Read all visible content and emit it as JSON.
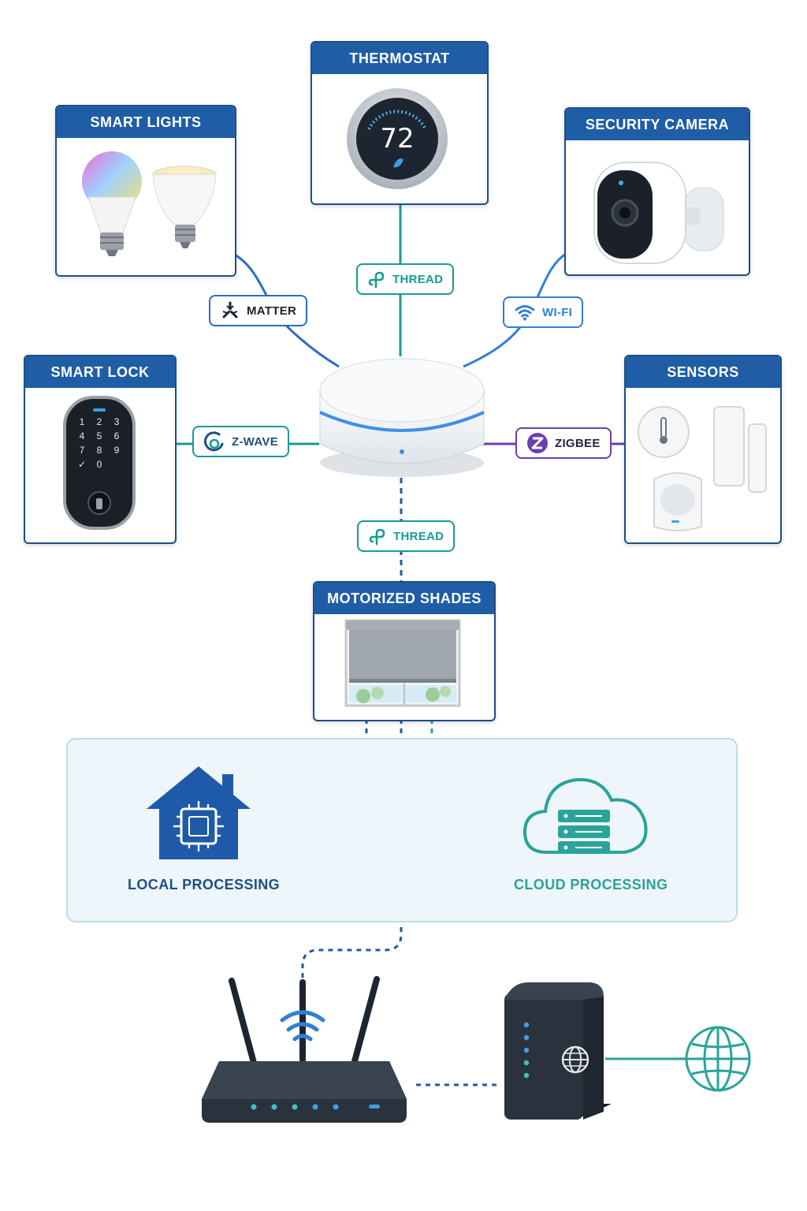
{
  "devices": {
    "thermostat": {
      "title": "THERMOSTAT",
      "temperature": "72"
    },
    "smart_lights": {
      "title": "SMART LIGHTS"
    },
    "security_camera": {
      "title": "SECURITY CAMERA"
    },
    "smart_lock": {
      "title": "SMART LOCK",
      "keys": [
        "1",
        "2",
        "3",
        "4",
        "5",
        "6",
        "7",
        "8",
        "9",
        "✓",
        "0",
        ""
      ]
    },
    "sensors": {
      "title": "SENSORS"
    },
    "motorized_shades": {
      "title": "MOTORIZED SHADES"
    }
  },
  "protocols": {
    "thread_top": "THREAD",
    "matter": "MATTER",
    "wifi": "WI-FI",
    "zwave": "Z-WAVE",
    "zigbee": "ZIGBEE",
    "thread_bottom": "THREAD"
  },
  "processing": {
    "local": "LOCAL PROCESSING",
    "cloud": "CLOUD PROCESSING"
  },
  "colors": {
    "header_blue": "#1f5ea6",
    "matter_blue": "#2d6cc0",
    "thread_teal": "#1a9a94",
    "wifi_blue": "#2f7fd6",
    "zigbee_purple": "#6a3fb0",
    "cloud_teal": "#2aa39a",
    "local_blue": "#1e5aa8"
  }
}
